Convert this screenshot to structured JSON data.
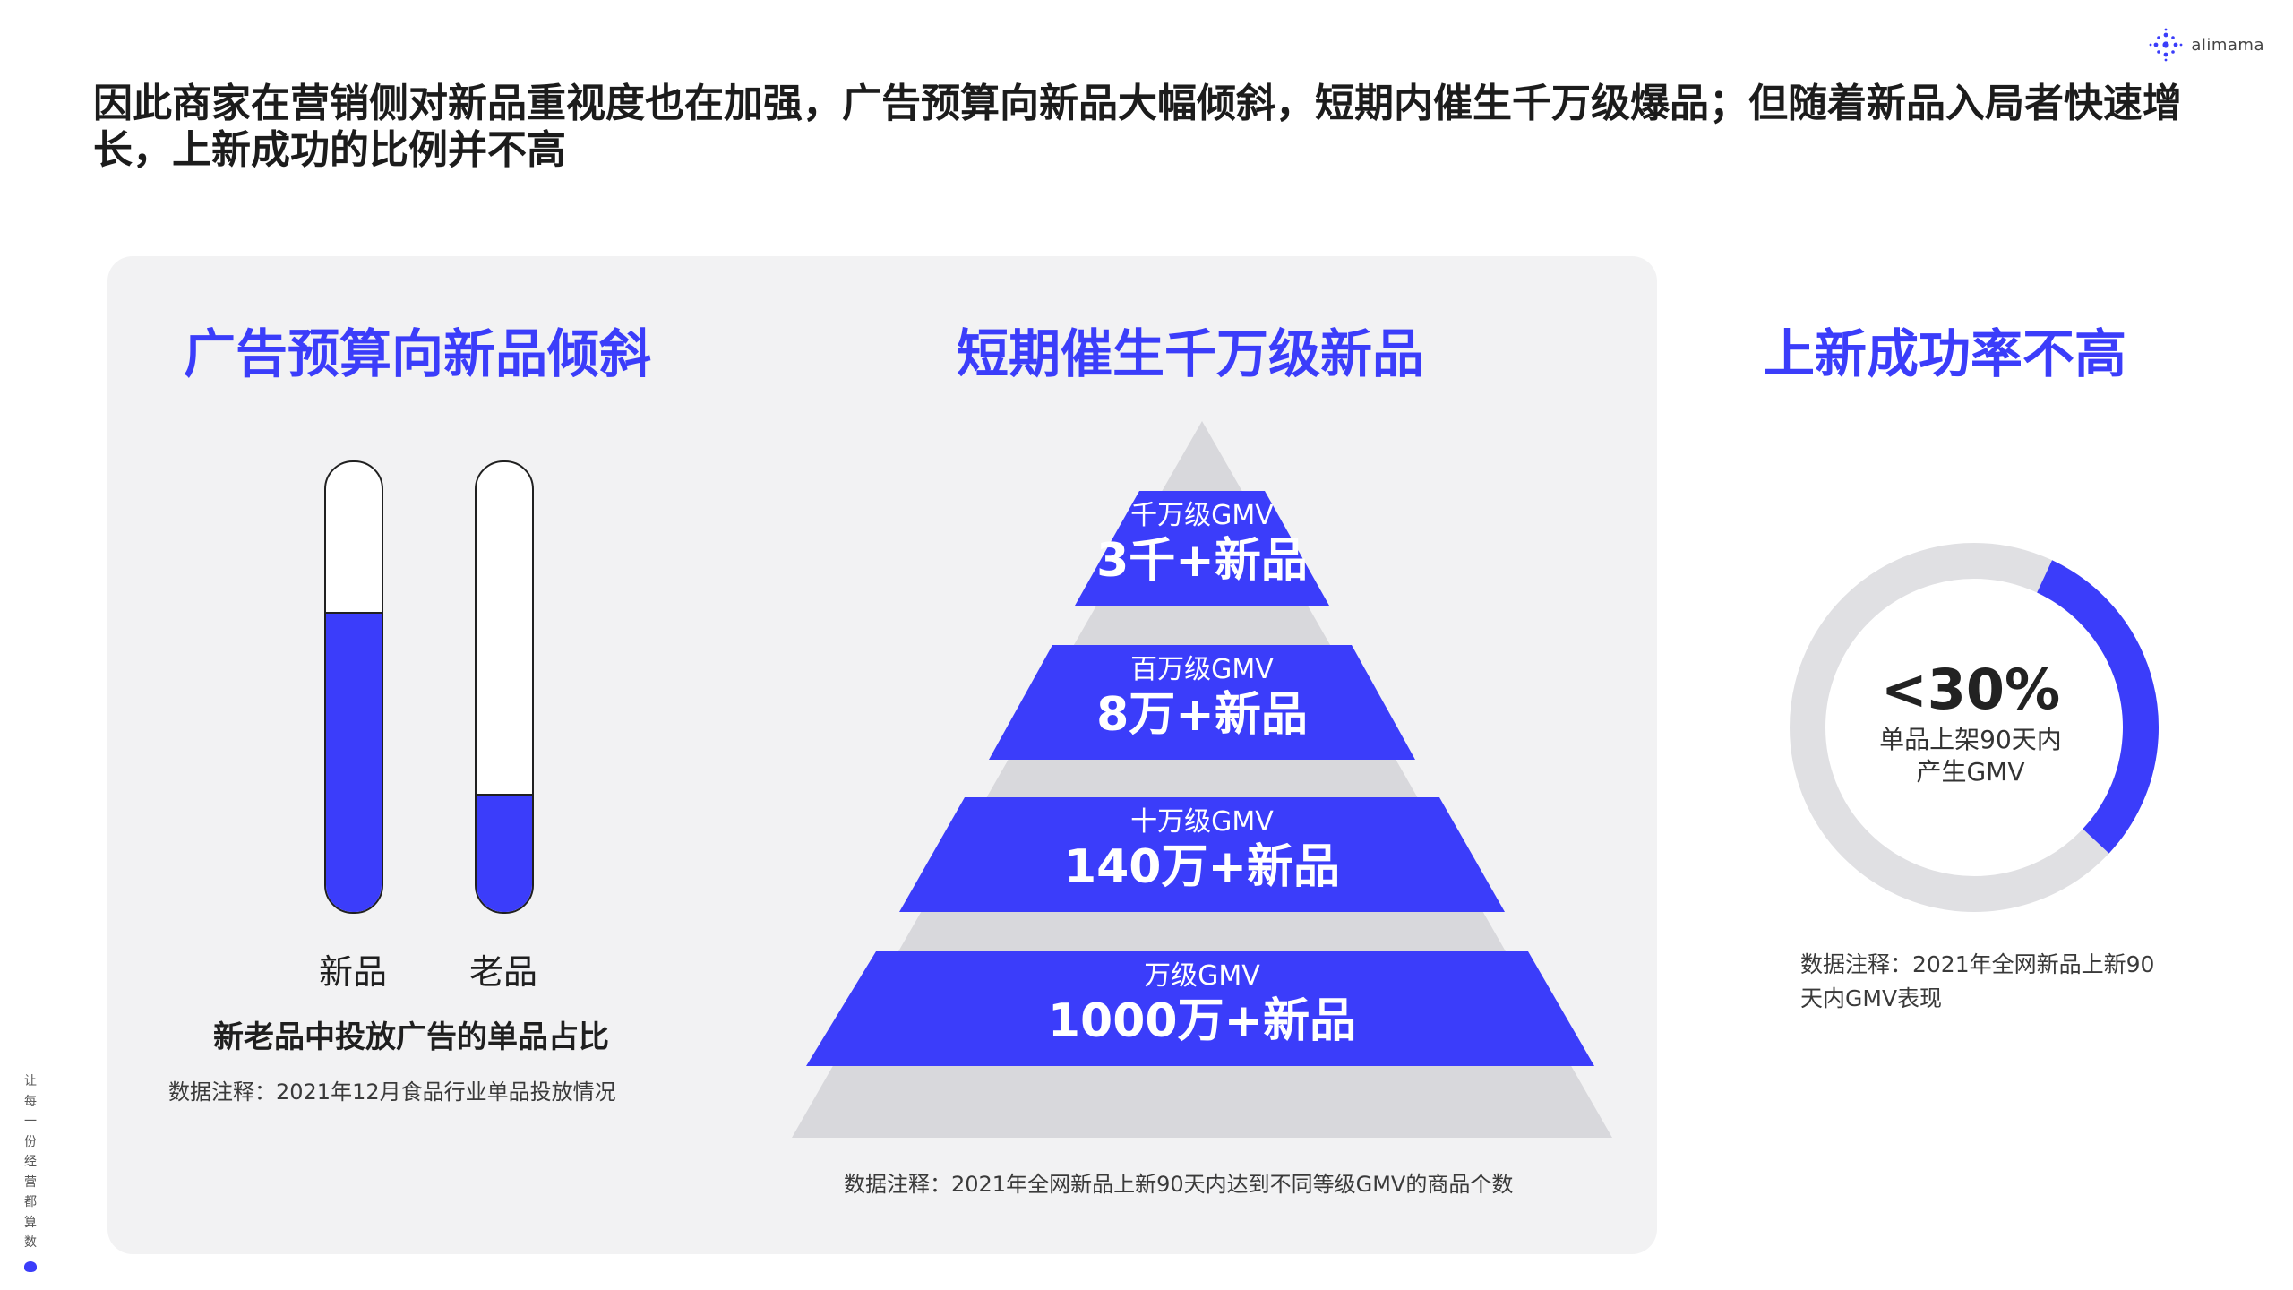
{
  "brand": {
    "logo_text": "alimama",
    "accent": "#3b3dfa"
  },
  "headline": "因此商家在营销侧对新品重视度也在加强，广告预算向新品大幅倾斜，短期内催生千万级爆品；但随着新品入局者快速增长，上新成功的比例并不高",
  "left": {
    "title": "广告预算向新品倾斜",
    "tubes": [
      {
        "label": "新品",
        "fill_fraction": 0.665
      },
      {
        "label": "老品",
        "fill_fraction": 0.26
      }
    ],
    "caption": "新老品中投放广告的单品占比",
    "note": "数据注释：2021年12月食品行业单品投放情况"
  },
  "middle": {
    "title": "短期催生千万级新品",
    "tiers": [
      {
        "level": "千万级GMV",
        "value": "3千+新品"
      },
      {
        "level": "百万级GMV",
        "value": "8万+新品"
      },
      {
        "level": "十万级GMV",
        "value": "140万+新品"
      },
      {
        "level": "万级GMV",
        "value": "1000万+新品"
      }
    ],
    "note": "数据注释：2021年全网新品上新90天内达到不同等级GMV的商品个数"
  },
  "right": {
    "title": "上新成功率不高",
    "donut": {
      "value_text": "<30%",
      "fraction": 0.3,
      "desc_line1": "单品上架90天内",
      "desc_line2": "产生GMV",
      "track_color": "#e0e0e3"
    },
    "note": "数据注释：2021年全网新品上新90天内GMV表现"
  },
  "side_tag": [
    "让",
    "每",
    "一",
    "份",
    "经",
    "营",
    "都",
    "算",
    "数"
  ]
}
